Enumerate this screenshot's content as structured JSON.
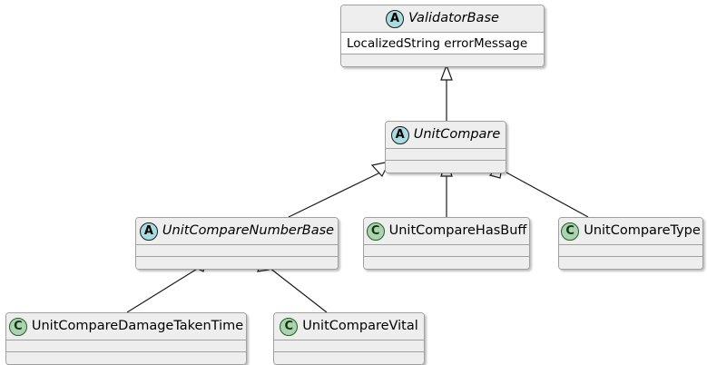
{
  "diagram": {
    "type": "uml-class-diagram",
    "background": "#FFFFFF",
    "box_fill": "#FEFEFE",
    "header_fill": "#EEEEEE",
    "border_color": "#A0A0A0",
    "abstract_icon_color": "#A9DCDF",
    "class_icon_color": "#ADD1B2",
    "abstract_icon_label": "A",
    "class_icon_label": "C",
    "classes": [
      {
        "id": "validator-base",
        "name": "ValidatorBase",
        "stereotype": "abstract",
        "icon": "abstract-class-icon",
        "attributes": [
          "LocalizedString errorMessage"
        ]
      },
      {
        "id": "unit-compare",
        "name": "UnitCompare",
        "stereotype": "abstract",
        "icon": "abstract-class-icon",
        "attributes": []
      },
      {
        "id": "unit-compare-number-base",
        "name": "UnitCompareNumberBase",
        "stereotype": "abstract",
        "icon": "abstract-class-icon",
        "attributes": []
      },
      {
        "id": "unit-compare-has-buff",
        "name": "UnitCompareHasBuff",
        "stereotype": "class",
        "icon": "class-icon",
        "attributes": []
      },
      {
        "id": "unit-compare-type",
        "name": "UnitCompareType",
        "stereotype": "class",
        "icon": "class-icon",
        "attributes": []
      },
      {
        "id": "unit-compare-damage-taken-time",
        "name": "UnitCompareDamageTakenTime",
        "stereotype": "class",
        "icon": "class-icon",
        "attributes": []
      },
      {
        "id": "unit-compare-vital",
        "name": "UnitCompareVital",
        "stereotype": "class",
        "icon": "class-icon",
        "attributes": []
      }
    ],
    "relationships": [
      {
        "type": "generalization",
        "from": "UnitCompare",
        "to": "ValidatorBase"
      },
      {
        "type": "generalization",
        "from": "UnitCompareNumberBase",
        "to": "UnitCompare"
      },
      {
        "type": "generalization",
        "from": "UnitCompareHasBuff",
        "to": "UnitCompare"
      },
      {
        "type": "generalization",
        "from": "UnitCompareType",
        "to": "UnitCompare"
      },
      {
        "type": "generalization",
        "from": "UnitCompareDamageTakenTime",
        "to": "UnitCompareNumberBase"
      },
      {
        "type": "generalization",
        "from": "UnitCompareVital",
        "to": "UnitCompareNumberBase"
      }
    ]
  }
}
